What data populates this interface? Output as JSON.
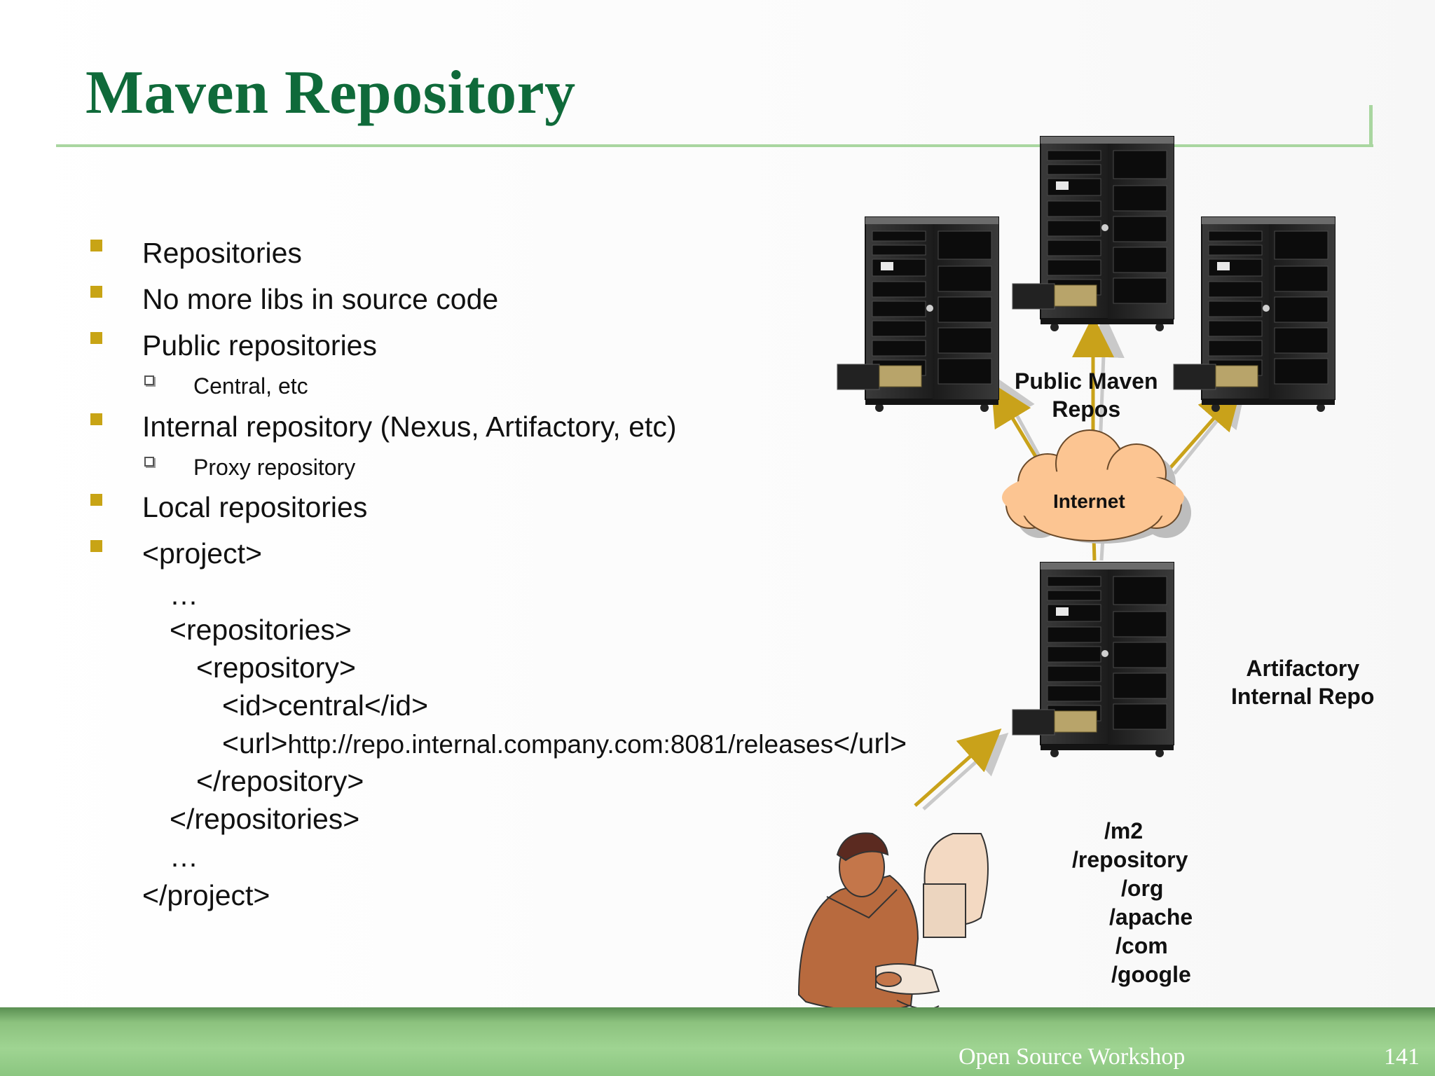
{
  "slide": {
    "title": "Maven Repository",
    "bullets": [
      {
        "text": "Repositories"
      },
      {
        "text": "No more libs in source code"
      },
      {
        "text": "Public repositories"
      },
      {
        "text": "Central, etc"
      },
      {
        "text": "Internal repository (Nexus, Artifactory, etc)"
      },
      {
        "text": "Proxy repository"
      },
      {
        "text": "Local repositories"
      },
      {
        "text": "<project>"
      }
    ],
    "code": {
      "ellipsis_top": "…",
      "repositories_open": "<repositories>",
      "repository_open": "<repository>",
      "id_line": "<id>central</id>",
      "url_open": "<url>",
      "url_value": "http://repo.internal.company.com:8081/releases",
      "url_close": "</url>",
      "repository_close": "</repository>",
      "repositories_close": "</repositories>",
      "ellipsis_bottom": "…",
      "project_close": "</project>"
    }
  },
  "diagram": {
    "public_repos_label_1": "Public Maven",
    "public_repos_label_2": "Repos",
    "internet_label": "Internet",
    "internal_repo_label_1": "Artifactory",
    "internal_repo_label_2": "Internal Repo",
    "local_path": [
      "/m2",
      "/repository",
      "/org",
      "/apache",
      "/com",
      "/google"
    ]
  },
  "footer": {
    "text": "Open Source Workshop",
    "page_number": "141"
  },
  "colors": {
    "title": "#0f6a3a",
    "bullet": "#c8a415",
    "rule": "#a9d6a0",
    "arrow": "#c9a21a",
    "cloud": "#fcc592",
    "footer": "#9fd492"
  },
  "icons": [
    "server-icon",
    "cloud-icon",
    "person-at-computer-icon",
    "arrow-icon"
  ]
}
